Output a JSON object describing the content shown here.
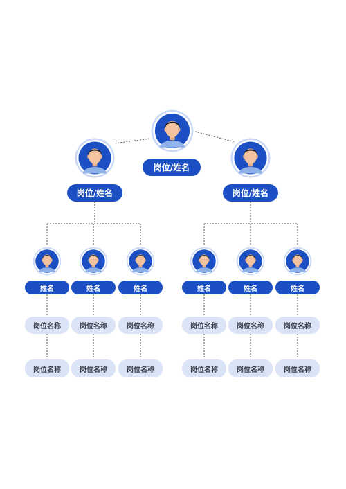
{
  "diagram": {
    "top": {
      "label": "岗位/姓名",
      "avatar": "person-avatar-icon"
    },
    "managers": [
      {
        "label": "岗位/姓名",
        "avatar": "person-avatar-icon"
      },
      {
        "label": "岗位/姓名",
        "avatar": "person-avatar-icon"
      }
    ],
    "teams": [
      {
        "members": [
          {
            "name": "姓名",
            "positions": [
              "岗位名称",
              "岗位名称"
            ]
          },
          {
            "name": "姓名",
            "positions": [
              "岗位名称",
              "岗位名称"
            ]
          },
          {
            "name": "姓名",
            "positions": [
              "岗位名称",
              "岗位名称"
            ]
          }
        ]
      },
      {
        "members": [
          {
            "name": "姓名",
            "positions": [
              "岗位名称",
              "岗位名称"
            ]
          },
          {
            "name": "姓名",
            "positions": [
              "岗位名称",
              "岗位名称"
            ]
          },
          {
            "name": "姓名",
            "positions": [
              "岗位名称",
              "岗位名称"
            ]
          }
        ]
      }
    ]
  },
  "colors": {
    "primary_blue": "#1d4fc4",
    "light_pill": "#dbe4f7",
    "ring_light": "#c9d8f6",
    "skin": "#f3c3a0",
    "hair": "#1b1b1b",
    "shirt": "#8fb1ea",
    "connector": "#555555"
  }
}
